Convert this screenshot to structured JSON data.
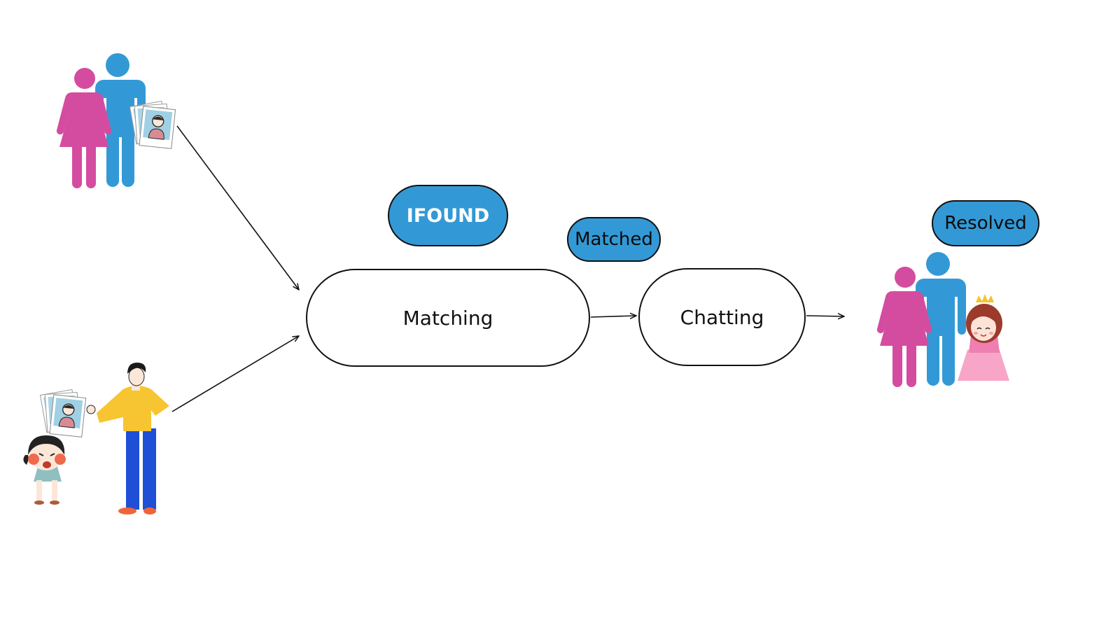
{
  "badges": {
    "ifound": "IFOUND",
    "matched": "Matched",
    "resolved": "Resolved"
  },
  "stages": {
    "matching": "Matching",
    "chatting": "Chatting"
  },
  "colors": {
    "badge_blue": "#3399d6",
    "mother_pink": "#d44c9f",
    "father_blue": "#3399d6",
    "photo_blue": "#9fd0e3",
    "shirt_yellow": "#f7c531",
    "pants_blue": "#1e4fd6"
  },
  "icons": {
    "parents": "parents-icon",
    "photos": "photo-stack-icon",
    "finder": "man-holding-photos-icon",
    "child": "crying-child-icon",
    "family": "reunited-family-icon"
  }
}
